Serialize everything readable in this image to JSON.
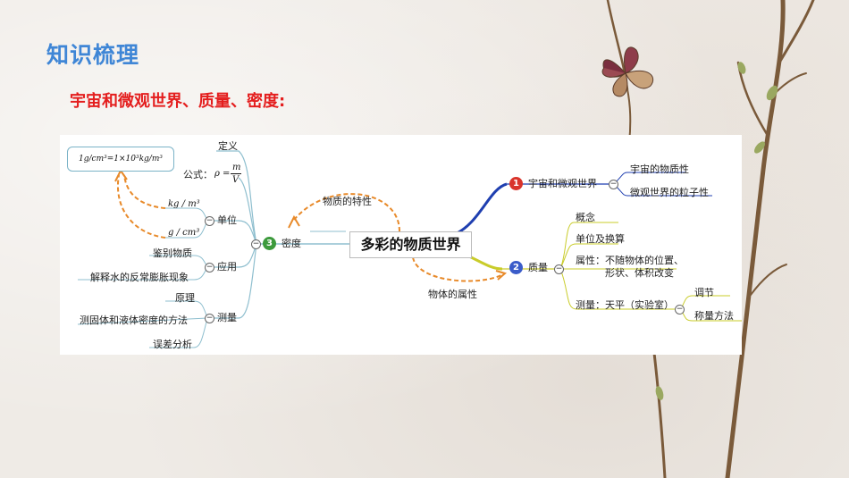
{
  "slide": {
    "title": "知识梳理",
    "subtitle": "宇宙和微观世界、质量、密度:"
  },
  "mindmap": {
    "center": "多彩的物质世界",
    "formula_box": "1g/cm³=1×10³kg/m³",
    "link_label_property": "物质的特性",
    "link_label_attribute": "物体的属性",
    "node1": {
      "num": "1",
      "label": "宇宙和微观世界",
      "children": [
        "宇宙的物质性",
        "微观世界的粒子性"
      ]
    },
    "node2": {
      "num": "2",
      "label": "质量",
      "children": {
        "concept": "概念",
        "unit": "单位及换算",
        "attr_line1": "属性：不随物体的位置、",
        "attr_line2": "形状、体积改变",
        "measure": "测量：天平（实验室）",
        "measure_children": [
          "调节",
          "称量方法"
        ]
      }
    },
    "node3": {
      "num": "3",
      "label": "密度",
      "definition": "定义",
      "formula_prefix": "公式：",
      "formula_rho": "ρ =",
      "formula_m": "m",
      "formula_v": "V",
      "unit": "单位",
      "unit_kg": "kg / m³",
      "unit_g": "g / cm³",
      "apply": "应用",
      "apply_children": [
        "鉴别物质",
        "解释水的反常膨胀现象"
      ],
      "measure": "测量",
      "measure_children": [
        "原理",
        "测固体和液体密度的方法",
        "误差分析"
      ]
    }
  },
  "colors": {
    "title": "#3f86d6",
    "subtitle": "#e41e1e",
    "branch1": "#1f3fb0",
    "branch2": "#c9cc2a",
    "branch3": "#8fbfcf",
    "dashed": "#e88a2a",
    "num1": "#d9342b",
    "num2": "#3b5cc9",
    "num3": "#3c9a3c"
  }
}
